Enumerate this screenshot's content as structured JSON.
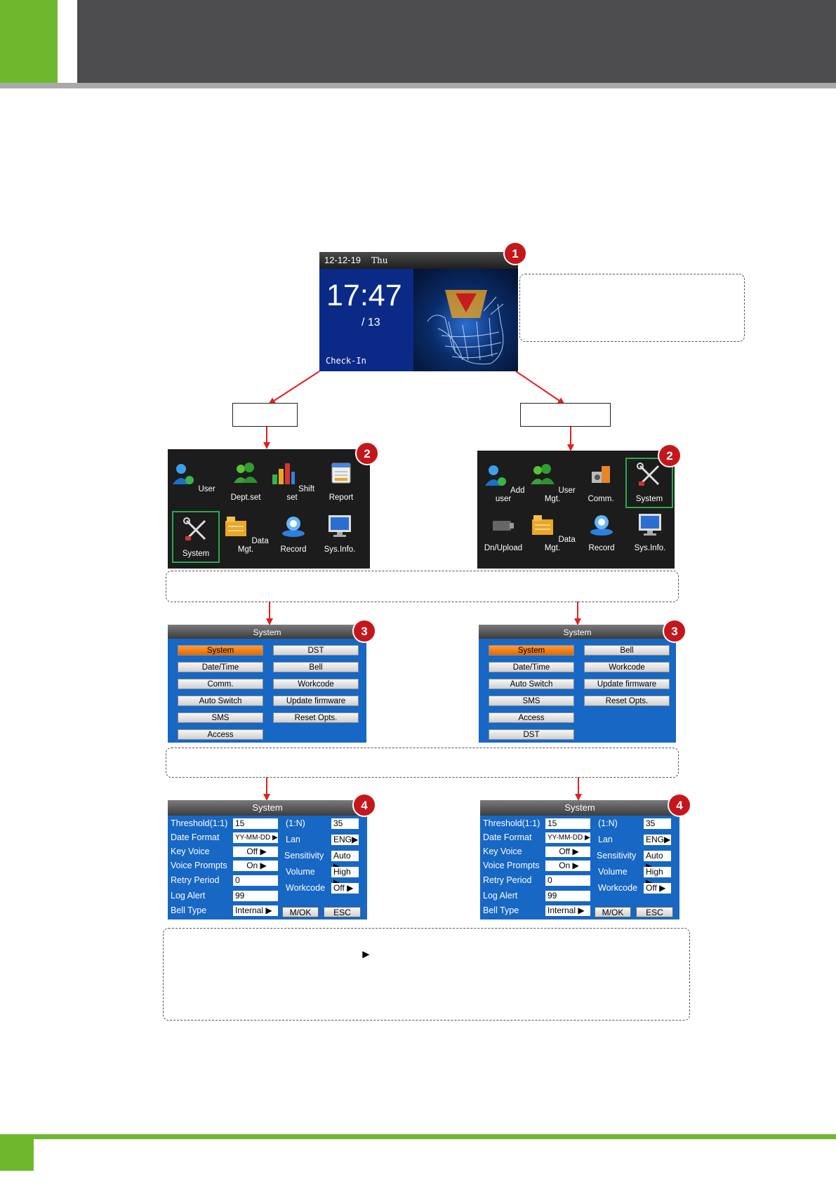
{
  "colors": {
    "green": "#6fb82e",
    "dark": "#4d4d4f",
    "arrow": "#e02020",
    "badge": "#c4171c"
  },
  "main_screen": {
    "date": "12-12-19",
    "weekday": "Thu",
    "time": "17:47",
    "sub": "/ 13",
    "status": "Check-In"
  },
  "badges": [
    "1",
    "2",
    "3",
    "4"
  ],
  "left_menu": {
    "items": [
      "User",
      "Dept.set",
      "Shift set",
      "Report",
      "System",
      "Data Mgt.",
      "Record",
      "Sys.Info."
    ]
  },
  "right_menu": {
    "items": [
      "Add user",
      "User Mgt.",
      "Comm.",
      "System",
      "Dn/Upload",
      "Data Mgt.",
      "Record",
      "Sys.Info."
    ]
  },
  "left_sys": {
    "title": "System",
    "col1": [
      "System",
      "Date/Time",
      "Comm.",
      "Auto Switch",
      "SMS",
      "Access"
    ],
    "col2": [
      "DST",
      "Bell",
      "Workcode",
      "Update firmware",
      "Reset Opts."
    ]
  },
  "right_sys": {
    "title": "System",
    "col1": [
      "System",
      "Date/Time",
      "Auto Switch",
      "SMS",
      "Access",
      "DST"
    ],
    "col2": [
      "Bell",
      "Workcode",
      "Update firmware",
      "Reset Opts."
    ]
  },
  "settings": {
    "title": "System",
    "labels": [
      "Threshold(1:1)",
      "Date Format",
      "Key Voice",
      "Voice Prompts",
      "Retry Period",
      "Log Alert",
      "Bell Type"
    ],
    "values": [
      "15",
      "YY-MM-DD",
      "Off",
      "On",
      "0",
      "99",
      "Internal"
    ],
    "labels2": [
      "(1:N)",
      "Lan",
      "Sensitivity",
      "Volume",
      "Workcode"
    ],
    "values2": [
      "35",
      "ENG",
      "Auto",
      "High",
      "Off"
    ],
    "buttons": [
      "M/OK",
      "ESC"
    ]
  },
  "note_arrow": "►"
}
